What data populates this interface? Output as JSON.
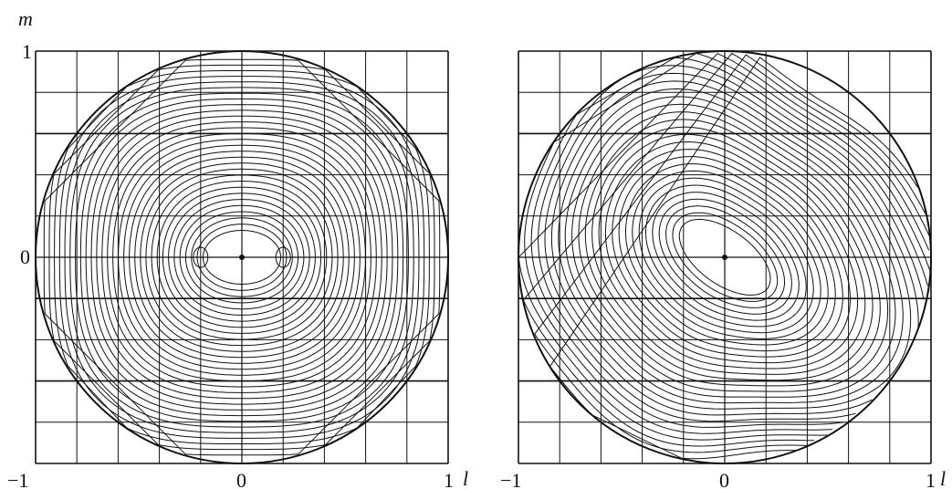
{
  "chart_data": [
    {
      "type": "contour",
      "xlabel": "l",
      "ylabel": "m",
      "xlim": [
        -1,
        1
      ],
      "ylim": [
        -1,
        1
      ],
      "x_tick_labels": [
        "−1",
        "0",
        "1"
      ],
      "y_tick_labels": [
        "1",
        "0"
      ],
      "grid": true,
      "boundary": "unit circle",
      "center_marker": [
        0,
        0
      ],
      "pattern": "symmetric",
      "local_minima": [
        [
          -0.2,
          0
        ],
        [
          0.2,
          0
        ]
      ],
      "contour_color": "#111111"
    },
    {
      "type": "contour",
      "xlabel": "l",
      "ylabel": "",
      "xlim": [
        -1,
        1
      ],
      "ylim": [
        -1,
        1
      ],
      "x_tick_labels": [
        "−1",
        "0",
        "1"
      ],
      "y_tick_labels": [],
      "grid": true,
      "boundary": "unit circle",
      "center_marker": [
        0,
        0
      ],
      "pattern": "distorted, tilted",
      "contour_color": "#111111"
    }
  ]
}
